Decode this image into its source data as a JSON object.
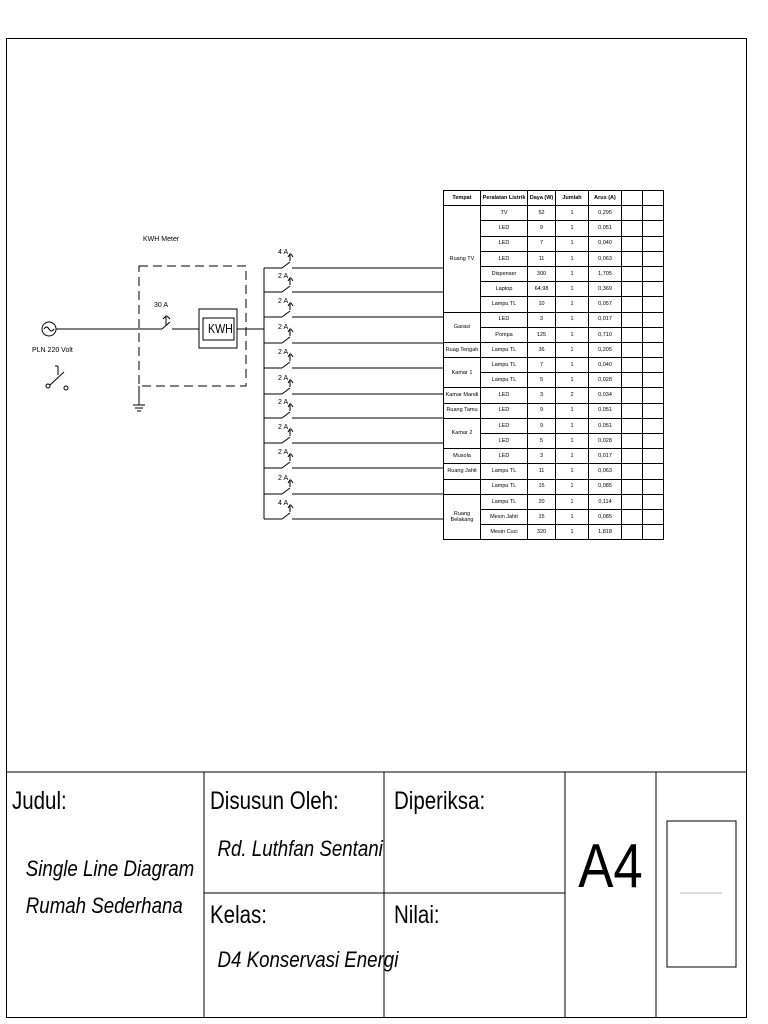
{
  "diagram": {
    "kwh_meter_label": "KWH Meter",
    "kwh_box_label": "KWH",
    "source_label": "PLN 220 Volt",
    "main_breaker_label": "30 A",
    "branch_breakers": [
      "4 A",
      "2 A",
      "2 A",
      "2 A",
      "2 A",
      "2 A",
      "2 A",
      "2 A",
      "2 A",
      "2 A",
      "4 A"
    ]
  },
  "load_table": {
    "headers": [
      "Tempat",
      "Peralatan Listrik",
      "Daya (W)",
      "Jumlah",
      "Arus (A)",
      "",
      ""
    ],
    "groups": [
      {
        "place": "Ruang TV",
        "rows": [
          [
            "TV",
            "52",
            "1",
            "0,295"
          ],
          [
            "LED",
            "9",
            "1",
            "0,051"
          ],
          [
            "LED",
            "7",
            "1",
            "0,040"
          ],
          [
            "LED",
            "11",
            "1",
            "0,063"
          ],
          [
            "Dispenser",
            "300",
            "1",
            "1,705"
          ],
          [
            "Laptop",
            "64,98",
            "1",
            "0,369"
          ],
          [
            "Lampu TL",
            "10",
            "1",
            "0,057"
          ]
        ]
      },
      {
        "place": "Garasi",
        "rows": [
          [
            "LED",
            "3",
            "1",
            "0,017"
          ],
          [
            "Pompa",
            "125",
            "1",
            "0,710"
          ]
        ]
      },
      {
        "place": "Ruag Tengah",
        "rows": [
          [
            "Lampu TL",
            "36",
            "1",
            "0,205"
          ]
        ]
      },
      {
        "place": "Kamar 1",
        "rows": [
          [
            "Lampu TL",
            "7",
            "1",
            "0,040"
          ],
          [
            "Lampu TL",
            "5",
            "1",
            "0,028"
          ]
        ]
      },
      {
        "place": "Kamar Mandi",
        "rows": [
          [
            "LED",
            "3",
            "2",
            "0,034"
          ]
        ]
      },
      {
        "place": "Ruang Tamu",
        "rows": [
          [
            "LED",
            "9",
            "1",
            "0,051"
          ]
        ]
      },
      {
        "place": "Kamar 2",
        "rows": [
          [
            "LED",
            "9",
            "1",
            "0,051"
          ],
          [
            "LED",
            "5",
            "1",
            "0,028"
          ]
        ]
      },
      {
        "place": "Musola",
        "rows": [
          [
            "LED",
            "3",
            "1",
            "0,017"
          ]
        ]
      },
      {
        "place": "Ruang Jahit",
        "rows": [
          [
            "Lampu TL",
            "11",
            "1",
            "0,063"
          ]
        ]
      },
      {
        "place": "",
        "rows": [
          [
            "Lampu TL",
            "15",
            "1",
            "0,085"
          ]
        ]
      },
      {
        "place": "Ruang Belakang",
        "rows": [
          [
            "Lampu TL",
            "20",
            "1",
            "0,114"
          ],
          [
            "Mesin Jahit",
            "15",
            "1",
            "0,085"
          ],
          [
            "Mesin Cuci",
            "320",
            "1",
            "1,818"
          ]
        ]
      }
    ]
  },
  "title_block": {
    "judul_label": "Judul:",
    "judul_line1": "Single Line Diagram",
    "judul_line2": "Rumah Sederhana",
    "disusun_label": "Disusun Oleh:",
    "disusun_value": "Rd. Luthfan Sentani",
    "kelas_label": "Kelas:",
    "kelas_value": "D4 Konservasi Energi",
    "diperiksa_label": "Diperiksa:",
    "nilai_label": "Nilai:",
    "paper_size": "A4"
  }
}
